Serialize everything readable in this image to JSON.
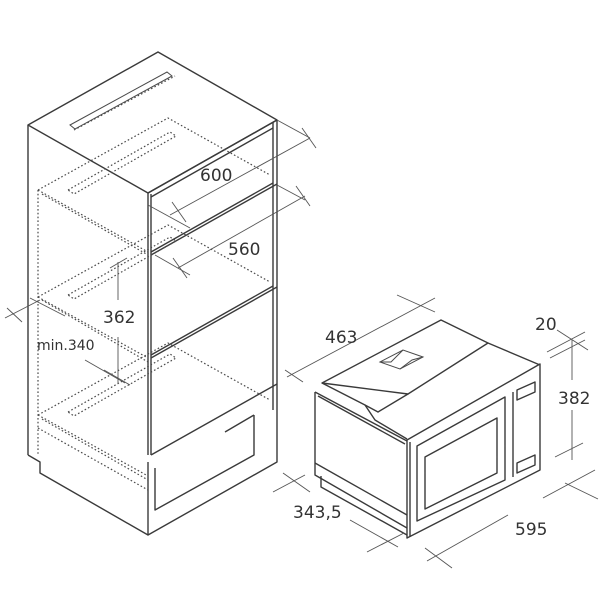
{
  "diagram": {
    "type": "installation-dimension-drawing",
    "left_unit": {
      "name": "tall cabinet with built-in niche",
      "dimensions": {
        "cabinet_depth": "600",
        "niche_depth": "560",
        "niche_height": "362",
        "min_height": "min.340"
      }
    },
    "right_unit": {
      "name": "built-in microwave",
      "dimensions": {
        "depth": "463",
        "frame_thickness": "20",
        "height": "382",
        "body_width": "343,5",
        "frame_width": "595"
      }
    },
    "colors": {
      "line": "#3a3a3a",
      "background": "#ffffff",
      "text": "#333333"
    }
  }
}
